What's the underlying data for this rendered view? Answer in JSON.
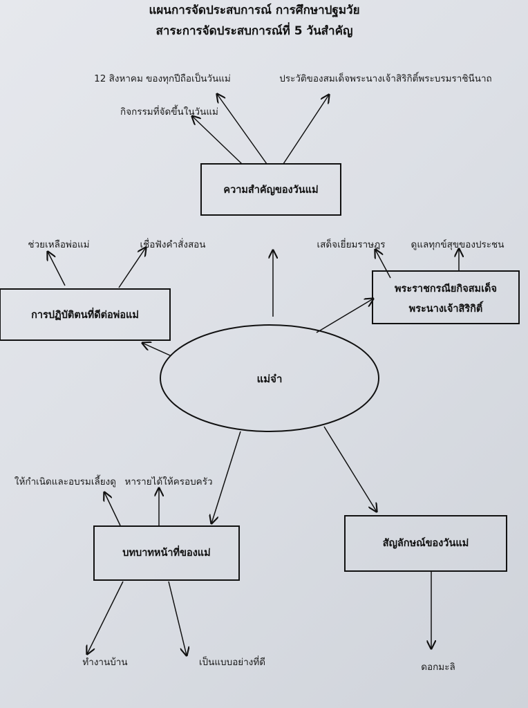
{
  "header": {
    "title_line1": "แผนการจัดประสบการณ์  การศึกษาปฐมวัย",
    "title_line2": "สาระการจัดประสบการณ์ที่ 5 วันสำคัญ"
  },
  "center": {
    "label": "แม่จ๋า"
  },
  "nodes": {
    "importance": {
      "label": "ความสำคัญของวันแม่",
      "children": [
        "12 สิงหาคม ของทุกปีถือเป็นวันแม่",
        "กิจกรรมที่จัดขึ้นในวันแม่",
        "ประวัติของสมเด็จพระนางเจ้าสิริกิติ์พระบรมราชินีนาถ"
      ]
    },
    "good_behavior": {
      "label": "การปฏิบัติตนที่ดีต่อพ่อแม่",
      "children": [
        "ช่วยเหลือพ่อแม่",
        "เชื่อฟังคำสั่งสอน"
      ]
    },
    "royal_duties": {
      "label_line1": "พระราชกรณียกิจสมเด็จ",
      "label_line2": "พระนางเจ้าสิริกิติ์",
      "children": [
        "เสด็จเยี่ยมราษฎร",
        "ดูแลทุกข์สุขของประชน"
      ]
    },
    "mother_role": {
      "label": "บทบาทหน้าที่ของแม่",
      "children": [
        "ให้กำเนิดและอบรมเลี้ยงดู",
        "หารายได้ให้ครอบครัว",
        "ทำงานบ้าน",
        "เป็นแบบอย่างที่ดี"
      ]
    },
    "symbol": {
      "label": "สัญลักษณ์ของวันแม่",
      "children": [
        "ดอกมะลิ"
      ]
    }
  }
}
